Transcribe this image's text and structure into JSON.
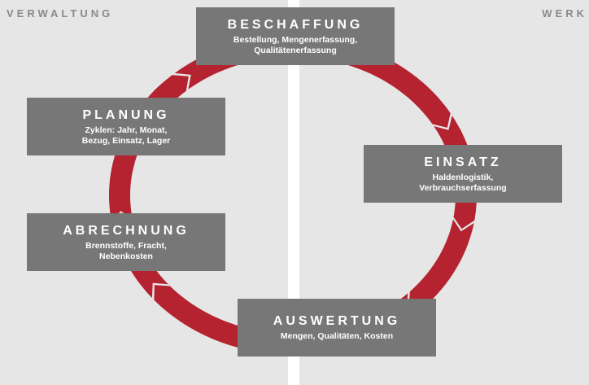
{
  "zones": {
    "left": "VERWALTUNG",
    "right": "WERK"
  },
  "colors": {
    "background": "#e6e6e6",
    "divider": "#ffffff",
    "box": "#777777",
    "cycle_arrow": "#b4232f",
    "zone_label": "#8a8a8a"
  },
  "steps": {
    "beschaffung": {
      "title": "BESCHAFFUNG",
      "desc": "Bestellung, Mengenerfassung,\nQualitätenerfassung"
    },
    "einsatz": {
      "title": "EINSATZ",
      "desc": "Haldenlogistik,\nVerbrauchserfassung"
    },
    "auswertung": {
      "title": "AUSWERTUNG",
      "desc": "Mengen, Qualitäten, Kosten"
    },
    "abrechnung": {
      "title": "ABRECHNUNG",
      "desc": "Brennstoffe, Fracht,\nNebenkosten"
    },
    "planung": {
      "title": "PLANUNG",
      "desc": "Zyklen: Jahr, Monat,\nBezug, Einsatz, Lager"
    }
  },
  "cycle_order": [
    "beschaffung",
    "einsatz",
    "auswertung",
    "abrechnung",
    "planung"
  ],
  "cycle_direction": "clockwise"
}
